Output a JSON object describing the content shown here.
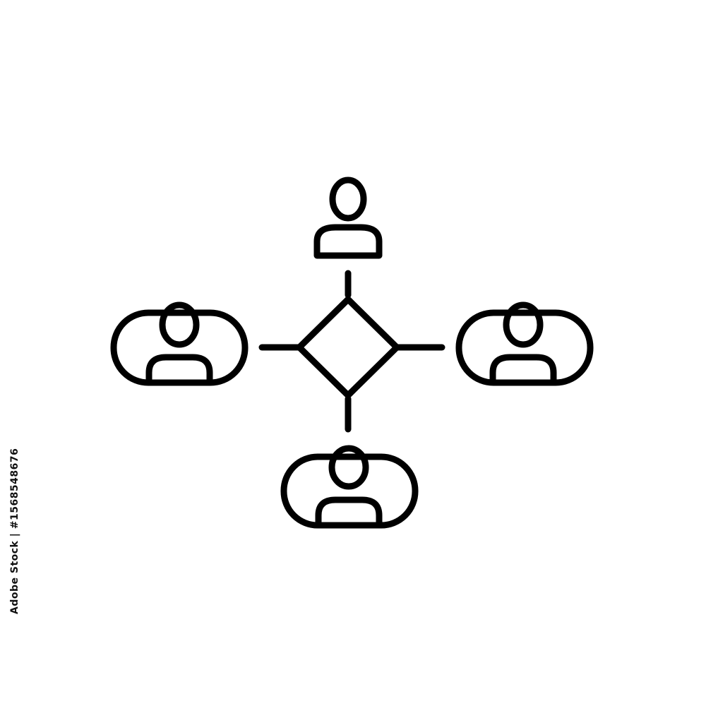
{
  "image": {
    "stock_id": "1568548676",
    "watermark": "Adobe Stock",
    "background_color": "#ffffff",
    "stroke_color": "#000000"
  },
  "icon": {
    "name": "team-network-icon",
    "nodes": [
      "person-top",
      "person-left",
      "person-right",
      "person-bottom"
    ],
    "center": "diamond-hub"
  }
}
